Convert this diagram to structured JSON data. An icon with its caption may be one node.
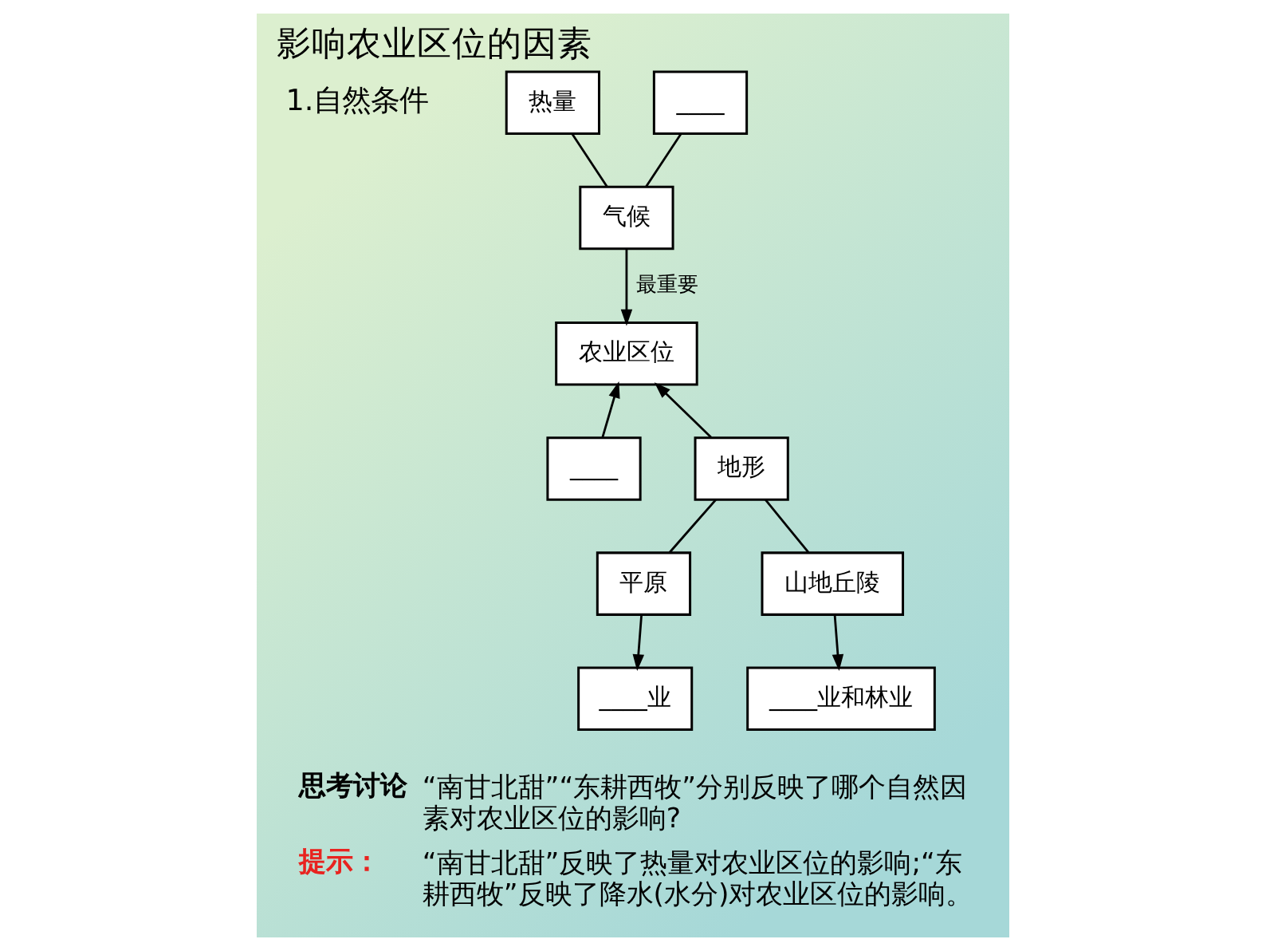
{
  "diagram": {
    "title": "影响农业区位的因素",
    "nodes": [
      {
        "text": [
          "热量"
        ]
      },
      {
        "text": [
          "____"
        ]
      },
      {
        "text": [
          "气候"
        ]
      },
      {
        "text": [
          "农业区位"
        ]
      },
      {
        "text": [
          "____"
        ]
      },
      {
        "text": [
          "地形"
        ]
      },
      {
        "text": [
          "平原"
        ]
      },
      {
        "text": [
          "山地丘陵"
        ]
      },
      {
        "text": [
          "____业"
        ]
      },
      {
        "text": [
          "____业和林业"
        ]
      }
    ],
    "edges": [
      {
        "from": 0,
        "to": 2,
        "arrow": "none"
      },
      {
        "from": 1,
        "to": 2,
        "arrow": "none"
      },
      {
        "from": 2,
        "to": 3,
        "arrow": "to",
        "label": "最重要"
      },
      {
        "from": 4,
        "to": 3,
        "arrow": "to"
      },
      {
        "from": 5,
        "to": 3,
        "arrow": "to"
      },
      {
        "from": 5,
        "to": 6,
        "arrow": "none"
      },
      {
        "from": 5,
        "to": 7,
        "arrow": "none"
      },
      {
        "from": 6,
        "to": 8,
        "arrow": "to"
      },
      {
        "from": 7,
        "to": 9,
        "arrow": "to"
      }
    ],
    "labels": [
      "1.自然条件",
      "思考讨论",
      "“南甘北甜”“东耕西牧”分别反映了哪个自然因素对农业区位的影响?",
      "提示：",
      "“南甘北甜”反映了热量对农业区位的影响;“东耕西牧”反映了降水(水分)对农业区位的影响。"
    ]
  }
}
